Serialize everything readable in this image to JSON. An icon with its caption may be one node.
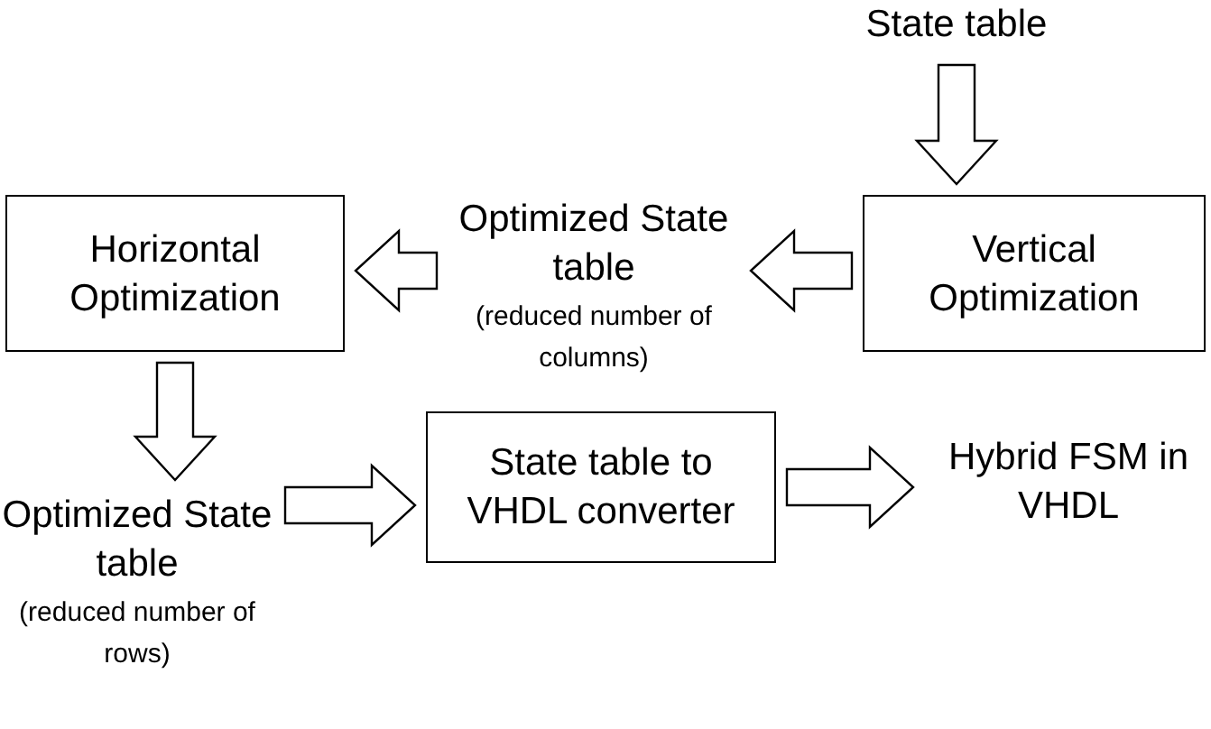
{
  "diagram": {
    "nodes": [
      {
        "text": [
          "State table"
        ]
      },
      {
        "text": [
          "Vertical Optimization"
        ]
      },
      {
        "text": [
          "Optimized State table"
        ],
        "beside": [
          "(reduced number of columns)"
        ]
      },
      {
        "text": [
          "Horizontal Optimization"
        ]
      },
      {
        "text": [
          "Optimized State table"
        ],
        "beside": [
          "(reduced number of rows)"
        ]
      },
      {
        "text": [
          "State table to VHDL converter"
        ]
      },
      {
        "text": [
          "Hybrid FSM in VHDL"
        ]
      }
    ],
    "edges": [
      {
        "from": 0,
        "to": 1,
        "arrow": "to"
      },
      {
        "from": 1,
        "to": 2,
        "arrow": "to"
      },
      {
        "from": 2,
        "to": 3,
        "arrow": "to"
      },
      {
        "from": 3,
        "to": 4,
        "arrow": "to"
      },
      {
        "from": 4,
        "to": 5,
        "arrow": "to"
      },
      {
        "from": 5,
        "to": 6,
        "arrow": "to"
      }
    ]
  }
}
